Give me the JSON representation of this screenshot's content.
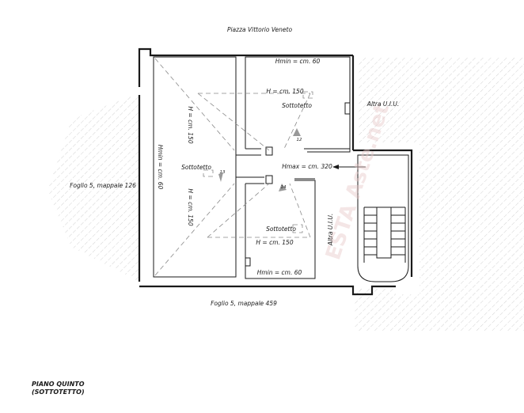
{
  "labels": {
    "street": "Piazza Vittorio Veneto",
    "neighbor_west": "Foglio 5, mappale 126",
    "neighbor_south": "Foglio 5, mappale 459",
    "other_unit_east": "Altra U.I.U.",
    "other_unit_vertical": "Altra U.I.U."
  },
  "rooms": {
    "room_12": {
      "label": "Sottotetto",
      "hmin": "Hmin = cm. 60",
      "h": "H = cm. 150",
      "number": "12"
    },
    "room_13": {
      "label": "Sottotetto",
      "hmin": "Hmin = cm. 60",
      "h_upper": "H = cm. 150",
      "h_lower": "H = cm. 150",
      "number": "13"
    },
    "room_14": {
      "label": "Sottotetto",
      "hmin": "Hmin = cm. 60",
      "h": "H = cm. 150",
      "number": "14"
    },
    "corridor": {
      "hmax": "Hmax = cm. 320"
    }
  },
  "title": {
    "line1": "PIANO QUINTO",
    "line2": "(SOTTOTETTO)"
  },
  "watermark": "ESTA Aste.net"
}
